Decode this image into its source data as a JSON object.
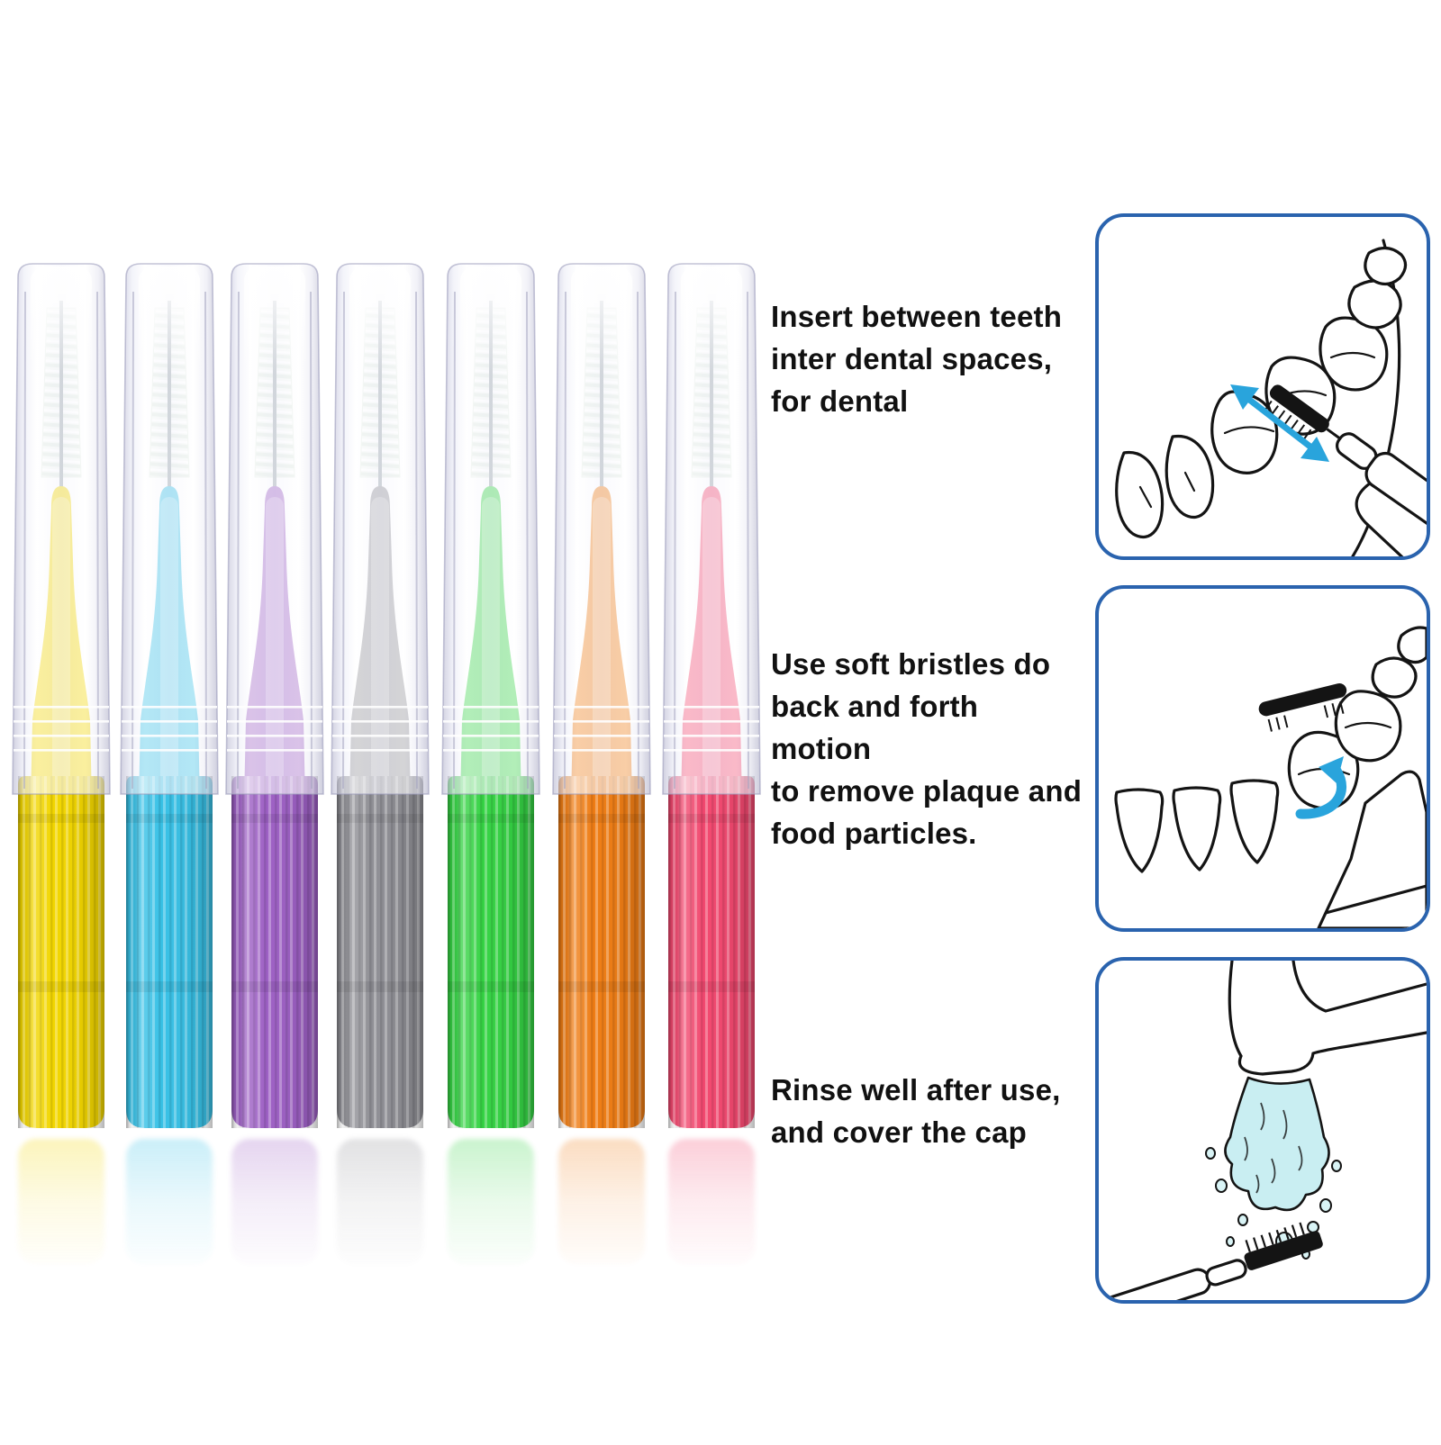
{
  "page": {
    "background_color": "#ffffff",
    "description": "Interdental brush product infographic"
  },
  "product": {
    "brush_count": "7",
    "brushes": [
      {
        "name": "yellow interdental brush",
        "color": "#f2d600"
      },
      {
        "name": "blue interdental brush",
        "color": "#38c1e6"
      },
      {
        "name": "purple interdental brush",
        "color": "#9d60c4"
      },
      {
        "name": "gray interdental brush",
        "color": "#8f8f95"
      },
      {
        "name": "green interdental brush",
        "color": "#35d344"
      },
      {
        "name": "orange interdental brush",
        "color": "#ef7d14"
      },
      {
        "name": "pink interdental brush",
        "color": "#f2486f"
      }
    ]
  },
  "instructions": {
    "accent_color": "#29a4dc",
    "panel_border_color": "#2a63ae",
    "line_art_color": "#141414",
    "water_fill_color": "#c9eef2",
    "steps": [
      {
        "icon": "brush-between-teeth-illustration",
        "lines": [
          "Insert between teeth",
          "inter dental spaces,",
          "for dental"
        ]
      },
      {
        "icon": "brush-rotation-on-teeth-illustration",
        "lines": [
          "Use soft bristles do",
          "back and forth motion",
          "to remove plaque and",
          "food particles."
        ]
      },
      {
        "icon": "rinse-under-water-illustration",
        "lines": [
          "Rinse well after use,",
          "and cover the cap"
        ]
      }
    ]
  }
}
